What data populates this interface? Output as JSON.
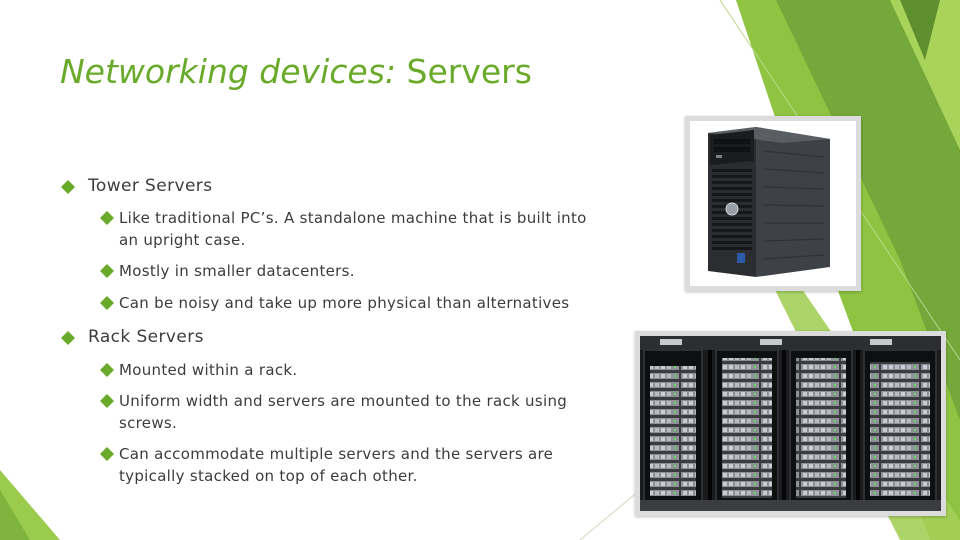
{
  "slide": {
    "title_part1": "Networking devices:",
    "title_part2": " Servers",
    "accent_color": "#6aaa2a",
    "text_color": "#3c3c3c",
    "sections": [
      {
        "heading": "Tower Servers",
        "items": [
          {
            "line1": "Like traditional PC’s. A standalone machine that is built into",
            "line2": "an upright case."
          },
          {
            "line1": "Mostly in smaller datacenters.",
            "line2": ""
          },
          {
            "line1": "Can be noisy and take up more physical than alternatives",
            "line2": ""
          }
        ]
      },
      {
        "heading": "Rack Servers",
        "items": [
          {
            "line1": "Mounted within a rack.",
            "line2": ""
          },
          {
            "line1": "Uniform width and servers are mounted to the rack using",
            "line2": "screws."
          },
          {
            "line1": "Can accommodate multiple servers and the servers are",
            "line2": "typically stacked on top of each other."
          }
        ]
      }
    ],
    "images": {
      "tower": "tower-server-photo",
      "rack": "rack-servers-photo"
    }
  }
}
